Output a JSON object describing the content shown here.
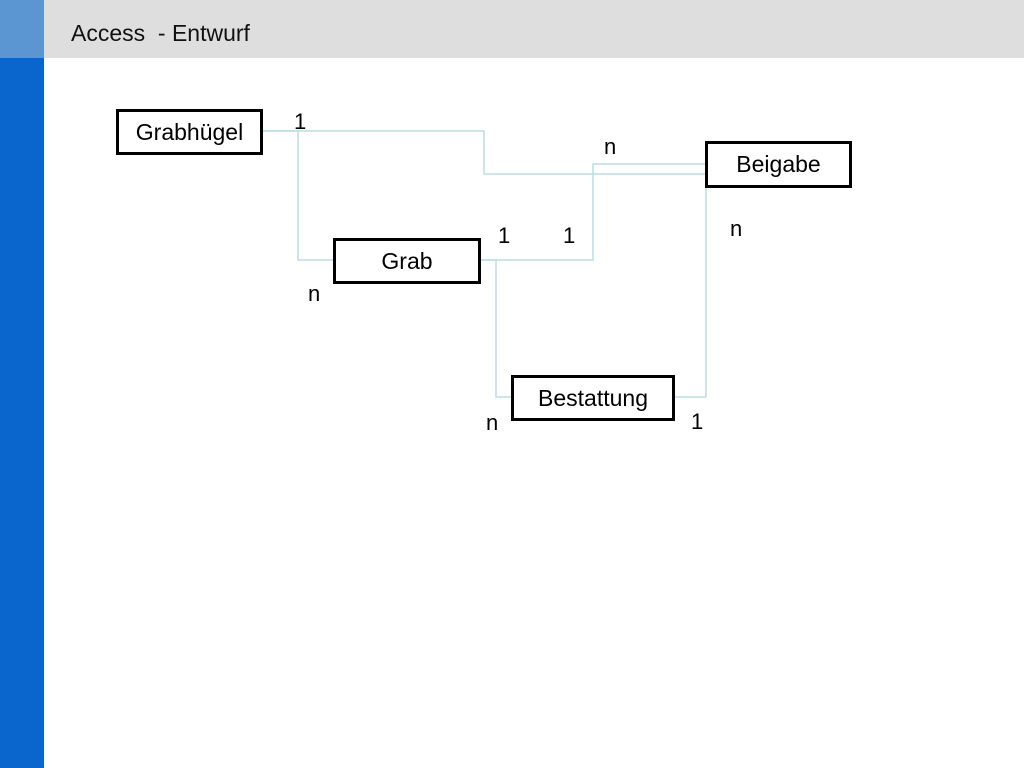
{
  "header": {
    "title": "Access  - Entwurf"
  },
  "colors": {
    "sidebar": "#0a66cc",
    "corner": "#5b95d2",
    "header_bg": "#dedede",
    "link_line": "#b9dde6"
  },
  "entities": {
    "grabhuegel": "Grabhügel",
    "grab": "Grab",
    "beigabe": "Beigabe",
    "bestattung": "Bestattung"
  },
  "relationships": [
    {
      "from": "Grabhügel",
      "to": "Beigabe",
      "from_card": "1",
      "to_card": "n"
    },
    {
      "from": "Grabhügel",
      "to": "Grab",
      "from_card": "1",
      "to_card": "n"
    },
    {
      "from": "Grab",
      "to": "Beigabe",
      "from_card": "1",
      "to_card": "n"
    },
    {
      "from": "Grab",
      "to": "Bestattung",
      "from_card": "1",
      "to_card": "n"
    },
    {
      "from": "Bestattung",
      "to": "Beigabe",
      "from_card": "1",
      "to_card": "n"
    }
  ]
}
